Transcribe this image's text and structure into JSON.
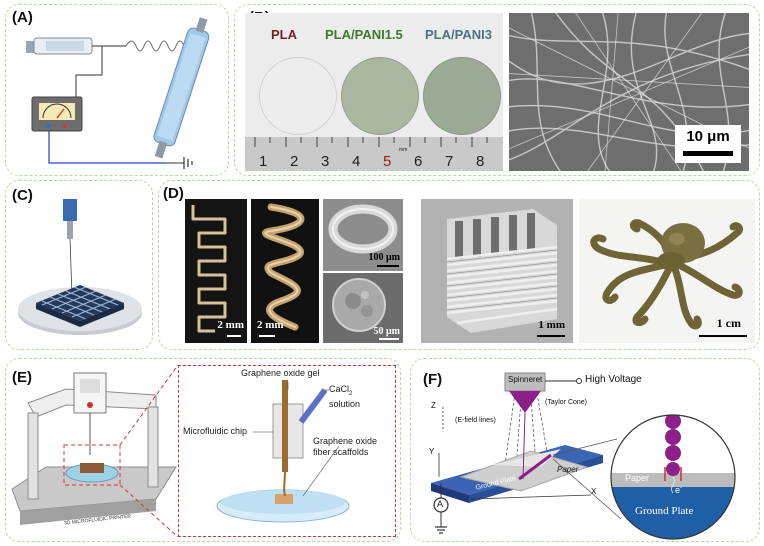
{
  "panels": {
    "A": {
      "label": "(A)"
    },
    "B": {
      "label": "(B)",
      "samples": [
        "PLA",
        "PLA/PANI1.5",
        "PLA/PANI3"
      ],
      "ruler_numbers": [
        "1",
        "2",
        "3",
        "4",
        "5",
        "6",
        "7",
        "8"
      ],
      "ruler_unit": "mm",
      "scale": "10 μm"
    },
    "C": {
      "label": "(C)"
    },
    "D": {
      "label": "(D)",
      "scales": {
        "wave": "2 mm",
        "helix": "2 mm",
        "ring": "100 μm",
        "cross": "50 μm",
        "lattice": "1 mm",
        "octopus": "1 cm"
      }
    },
    "E": {
      "label": "(E)",
      "printer_text": "3D MICROFLUIDIC PRINTER",
      "gel": "Graphene oxide gel",
      "cacl2_line1": "CaCl",
      "cacl2_sub": "2",
      "cacl2_line2": "solution",
      "chip": "Microfluidic chip",
      "fiber_line1": "Graphene oxide",
      "fiber_line2": "fiber scaffolds"
    },
    "F": {
      "label": "(F)",
      "spinneret": "Spinneret",
      "voltage": "High Voltage",
      "taylor": "(Taylor Cone)",
      "efield": "(E-field lines)",
      "z": "Z",
      "y": "Y",
      "x": "X",
      "paper": "Paper",
      "ground": "Ground Plate",
      "ammeter": "A",
      "paper_zoom": "Paper",
      "electron": "e",
      "electron_sup": "-",
      "ground_zoom": "Ground Plate"
    }
  },
  "colors": {
    "panel_border": "#b8d8a0",
    "accent_purple": "#8e1f8a",
    "plate_blue": "#3a64b4"
  }
}
